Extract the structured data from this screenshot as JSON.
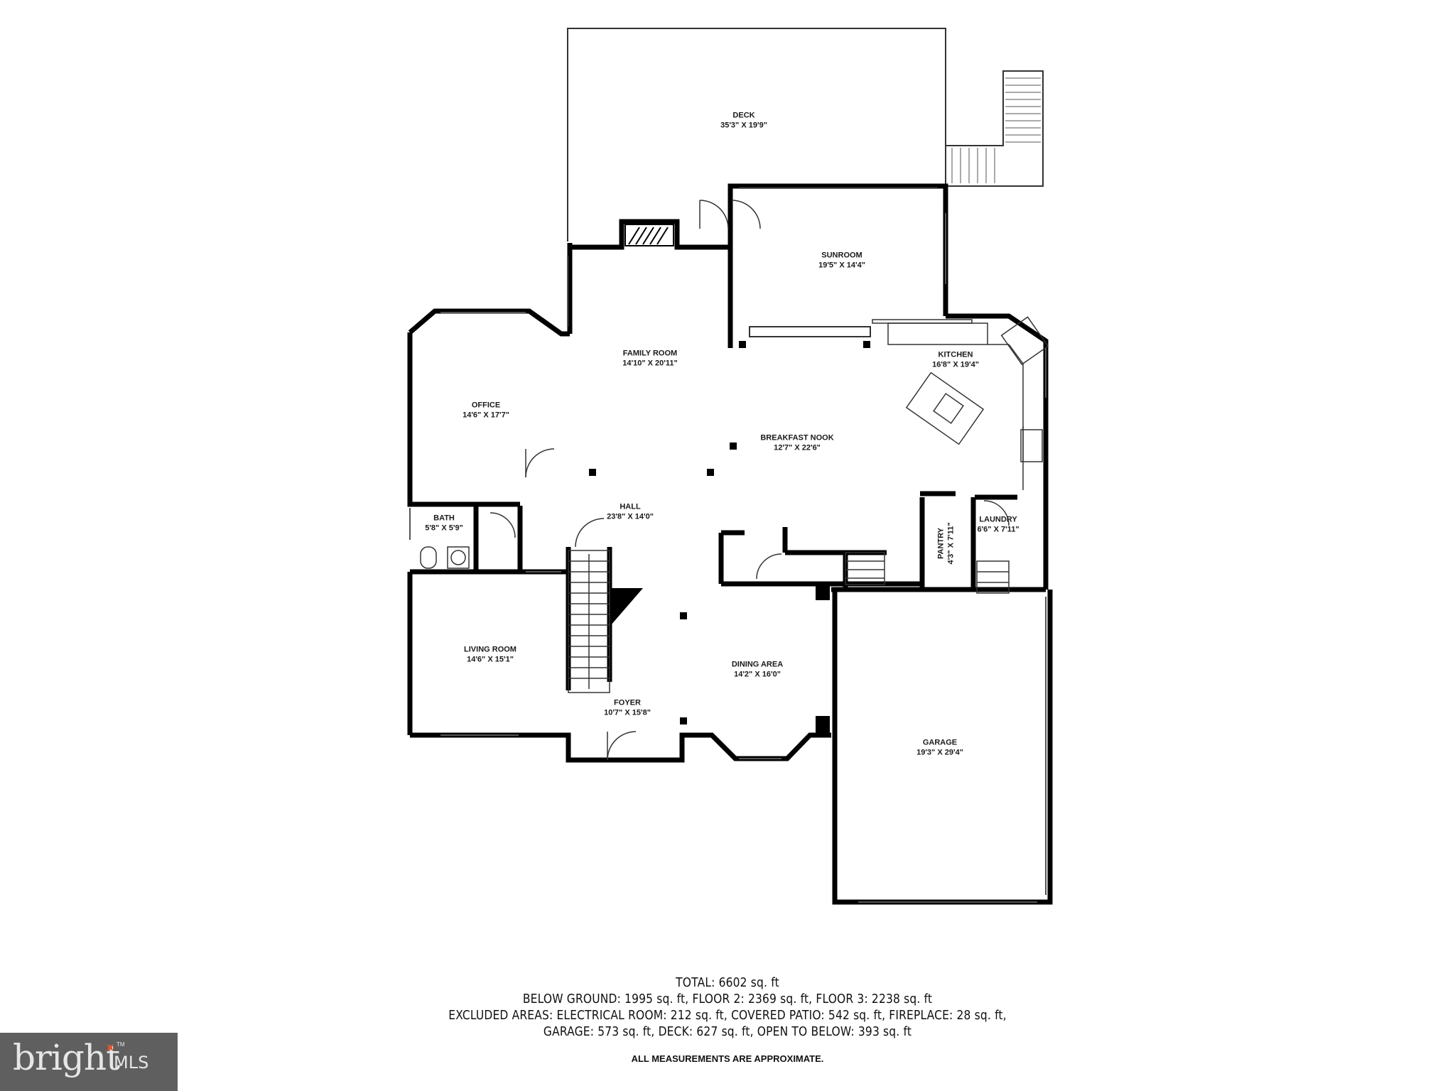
{
  "rooms": [
    {
      "name": "DECK",
      "dims": "35'3\" X 19'9\""
    },
    {
      "name": "SUNROOM",
      "dims": "19'5\" X 14'4\""
    },
    {
      "name": "FAMILY ROOM",
      "dims": "14'10\" X 20'11\""
    },
    {
      "name": "KITCHEN",
      "dims": "16'8\" X 19'4\""
    },
    {
      "name": "OFFICE",
      "dims": "14'6\" X 17'7\""
    },
    {
      "name": "BREAKFAST NOOK",
      "dims": "12'7\" X 22'6\""
    },
    {
      "name": "HALL",
      "dims": "23'8\" X 14'0\""
    },
    {
      "name": "BATH",
      "dims": "5'8\" X 5'9\""
    },
    {
      "name": "LAUNDRY",
      "dims": "6'6\" X 7'11\""
    },
    {
      "name": "PANTRY",
      "dims": "4'3\" X 7'11\""
    },
    {
      "name": "LIVING ROOM",
      "dims": "14'6\" X 15'1\""
    },
    {
      "name": "DINING AREA",
      "dims": "14'2\" X 16'0\""
    },
    {
      "name": "FOYER",
      "dims": "10'7\" X 15'8\""
    },
    {
      "name": "GARAGE",
      "dims": "19'3\" X 29'4\""
    }
  ],
  "summary": {
    "total": "TOTAL: 6602 sq. ft",
    "floors": "BELOW GROUND: 1995 sq. ft, FLOOR 2: 2369 sq. ft, FLOOR 3: 2238 sq. ft",
    "excluded_1": "EXCLUDED AREAS: ELECTRICAL ROOM: 212 sq. ft, COVERED PATIO: 542 sq. ft, FIREPLACE: 28 sq. ft,",
    "excluded_2": "GARAGE: 573 sq. ft, DECK: 627 sq. ft, OPEN TO BELOW: 393 sq. ft",
    "disclaimer": "ALL MEASUREMENTS ARE APPROXIMATE."
  },
  "logo": {
    "word": "bright",
    "suffix": "MLS",
    "tm": "TM",
    "accent_color": "#e0512a",
    "bg_color": "#5f5f5f"
  }
}
